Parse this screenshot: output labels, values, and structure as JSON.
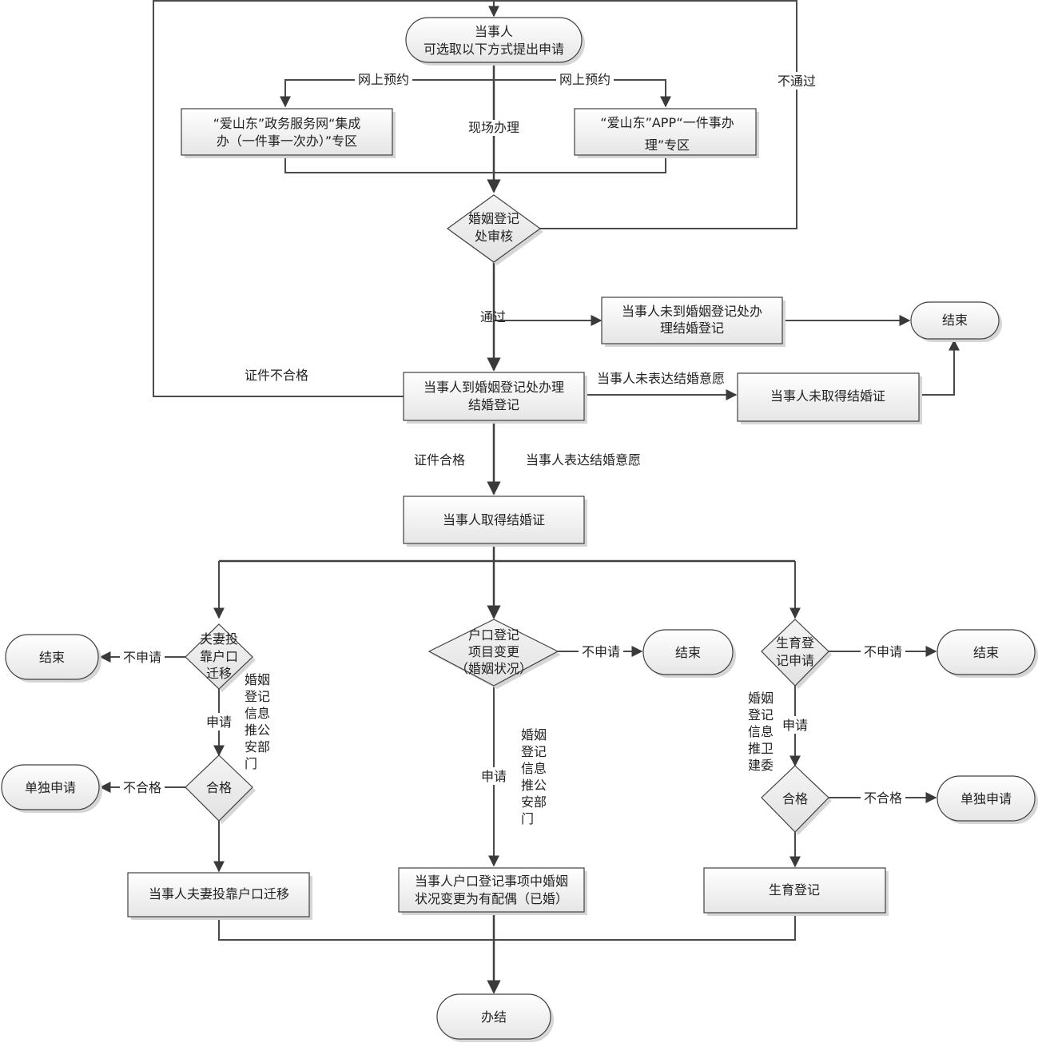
{
  "diagram": {
    "nodes": {
      "start": [
        "当事人",
        "可选取以下方式提出申请"
      ],
      "web_portal": [
        "“爱山东”政务服务网“集成",
        "办（一件事一次办）”专区"
      ],
      "app_portal": [
        "“爱山东”APP“一件事办",
        "理”专区"
      ],
      "review": [
        "婚姻登记",
        "处审核"
      ],
      "not_arrive": [
        "当事人未到婚姻登记处办",
        "理结婚登记"
      ],
      "end_top": [
        "结束"
      ],
      "arrive": [
        "当事人到婚姻登记处办理",
        "结婚登记"
      ],
      "no_cert": [
        "当事人未取得结婚证"
      ],
      "get_cert": [
        "当事人取得结婚证"
      ],
      "hukou_move": [
        "夫妻投",
        "靠户口",
        "迁移"
      ],
      "end_left": [
        "结束"
      ],
      "qualified_left": [
        "合格"
      ],
      "separate_left": [
        "单独申请"
      ],
      "move_done": [
        "当事人夫妻投靠户口迁移"
      ],
      "hukou_change": [
        "户口登记",
        "项目变更",
        "（婚姻状况）"
      ],
      "end_mid": [
        "结束"
      ],
      "status_done": [
        "当事人户口登记事项中婚姻",
        "状况变更为有配偶（已婚）"
      ],
      "birth_reg": [
        "生育登",
        "记申请"
      ],
      "end_right": [
        "结束"
      ],
      "qualified_right": [
        "合格"
      ],
      "separate_right": [
        "单独申请"
      ],
      "birth_done": [
        "生育登记"
      ],
      "finish": [
        "办结"
      ]
    },
    "edges": {
      "online_left": "网上预约",
      "online_right": "网上预约",
      "onsite": "现场办理",
      "not_pass": "不通过",
      "pass": "通过",
      "cert_invalid": "证件不合格",
      "no_willing": "当事人未表达结婚意愿",
      "cert_valid": "证件合格",
      "willing": "当事人表达结婚意愿",
      "no_apply_left": "不申请",
      "apply_left": "申请",
      "push_police_left": [
        "婚姻",
        "登记",
        "信息",
        "推公",
        "安部",
        "门"
      ],
      "unqualified_left": "不合格",
      "no_apply_mid": "不申请",
      "apply_mid": "申请",
      "push_police_mid": [
        "婚姻",
        "登记",
        "信息",
        "推公",
        "安部",
        "门"
      ],
      "no_apply_right": "不申请",
      "apply_right": "申请",
      "push_health": [
        "婚姻",
        "登记",
        "信息",
        "推卫",
        "建委"
      ],
      "unqualified_right": "不合格"
    }
  }
}
